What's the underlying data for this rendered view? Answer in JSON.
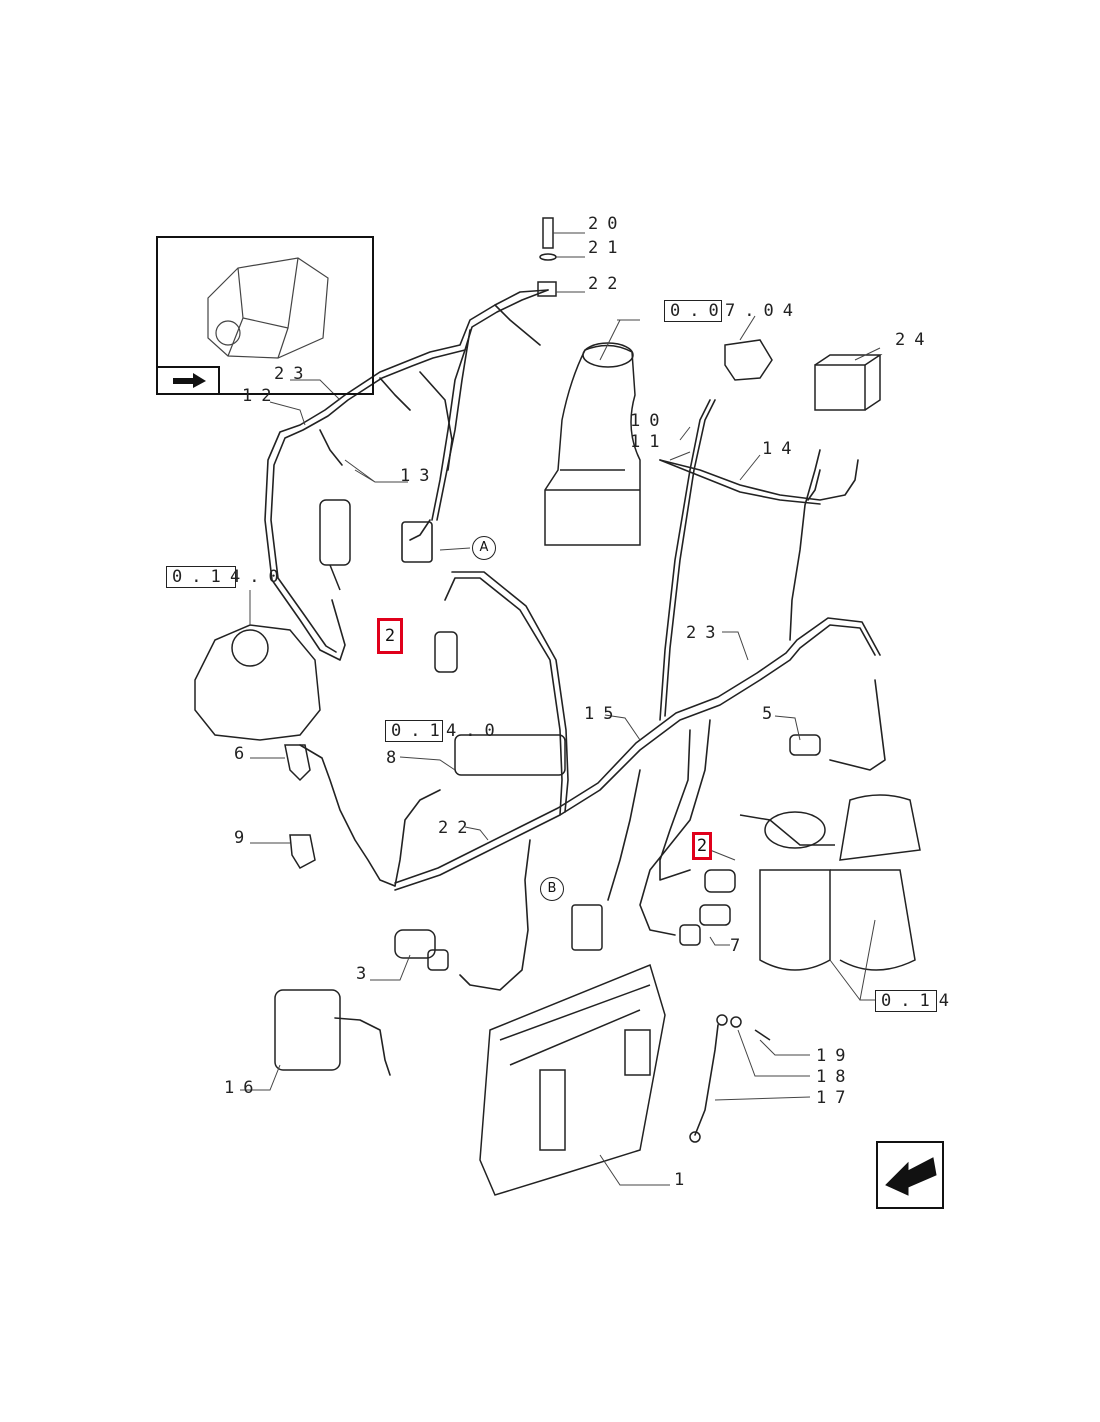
{
  "labels": {
    "l1": "1",
    "l3": "3",
    "l5": "5",
    "l6": "6",
    "l7": "7",
    "l8": "8",
    "l9": "9",
    "l10": "10",
    "l11": "11",
    "l12": "12",
    "l13": "13",
    "l14": "14",
    "l15": "15",
    "l16": "16",
    "l17": "17",
    "l18": "18",
    "l19": "19",
    "l20": "20",
    "l21": "21",
    "l22a": "22",
    "l22b": "22",
    "l23a": "23",
    "l23b": "23",
    "l24": "24"
  },
  "highlighted": {
    "h1": "2",
    "h2": "2"
  },
  "refs": {
    "r0704_box": "0.0",
    "r0704_tail": "7.04",
    "r0140_left_box": "0.1",
    "r0140_left_tail": "4.0",
    "r0140_mid_box": "0.1",
    "r0140_mid_tail": "4.0",
    "r014_right_box": "0.14"
  },
  "callouts": {
    "A": "A",
    "B": "B"
  },
  "colors": {
    "highlight": "#e0001b",
    "line": "#222222"
  }
}
